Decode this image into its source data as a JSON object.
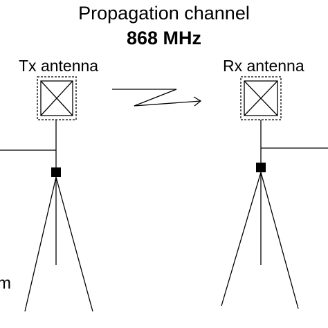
{
  "diagram": {
    "title": "Propagation channel",
    "subtitle": "868 MHz",
    "tx_label": "Tx antenna",
    "rx_label": "Rx antenna",
    "partial_label": "m"
  },
  "colors": {
    "line": "#000000",
    "background": "#ffffff"
  }
}
